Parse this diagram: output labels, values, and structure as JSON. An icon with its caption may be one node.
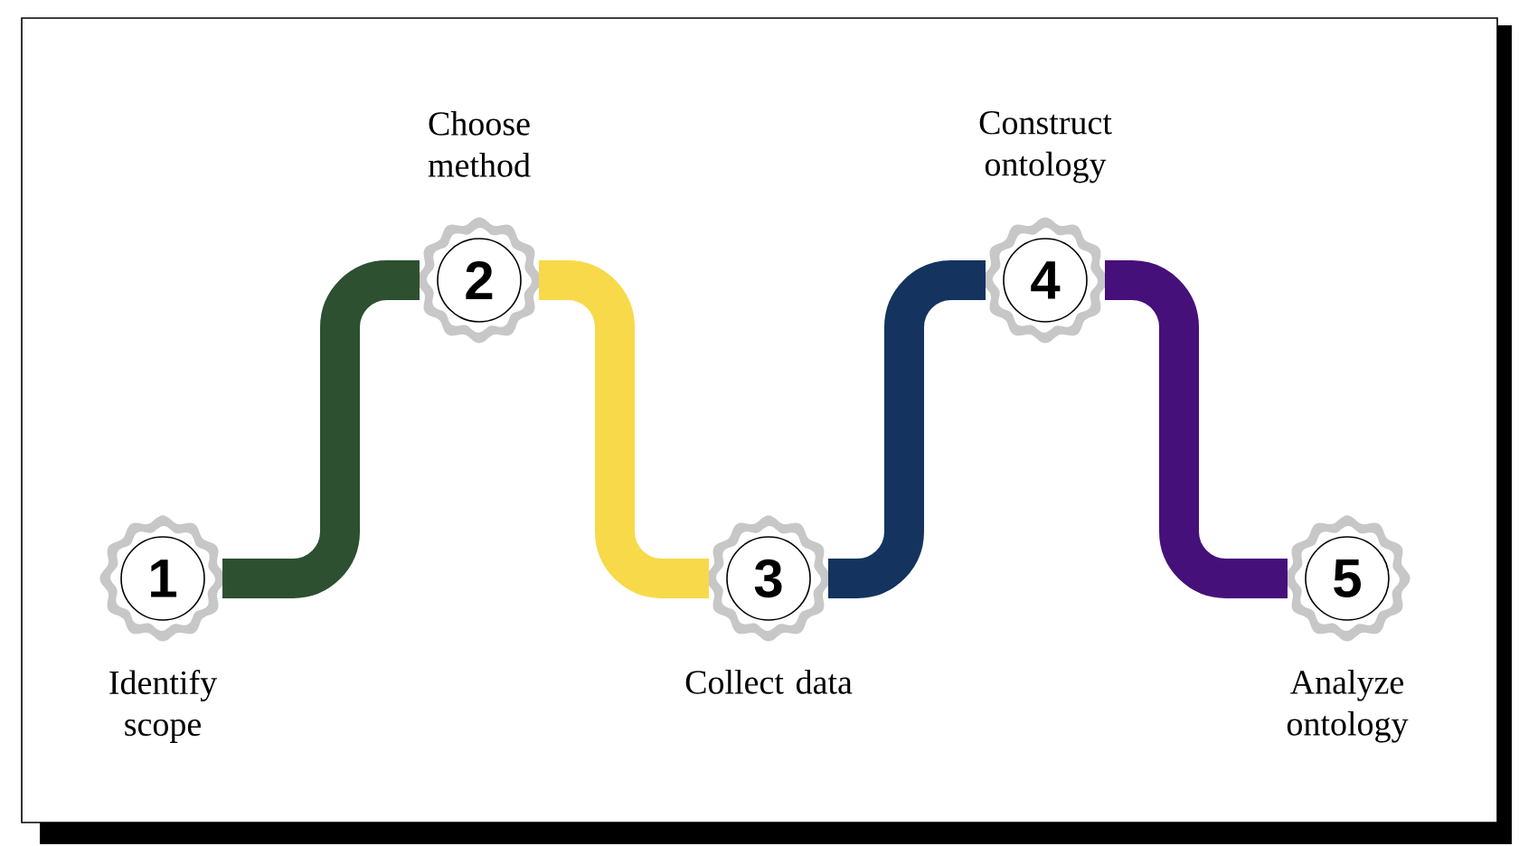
{
  "diagram": {
    "nodes": [
      {
        "text": [
          "1"
        ],
        "beside": [
          "Identify scope"
        ]
      },
      {
        "text": [
          "2"
        ],
        "beside": [
          "Choose method"
        ]
      },
      {
        "text": [
          "3"
        ],
        "beside": [
          "Collect data"
        ]
      },
      {
        "text": [
          "4"
        ],
        "beside": [
          "Construct ontology"
        ]
      },
      {
        "text": [
          "5"
        ],
        "beside": [
          "Analyze ontology"
        ]
      }
    ],
    "edges": [
      {
        "from": 0,
        "to": 1,
        "arrow": "none",
        "color": "#2d5030"
      },
      {
        "from": 1,
        "to": 2,
        "arrow": "none",
        "color": "#f8d94a"
      },
      {
        "from": 2,
        "to": 3,
        "arrow": "none",
        "color": "#14335f"
      },
      {
        "from": 3,
        "to": 4,
        "arrow": "none",
        "color": "#46107a"
      }
    ]
  }
}
